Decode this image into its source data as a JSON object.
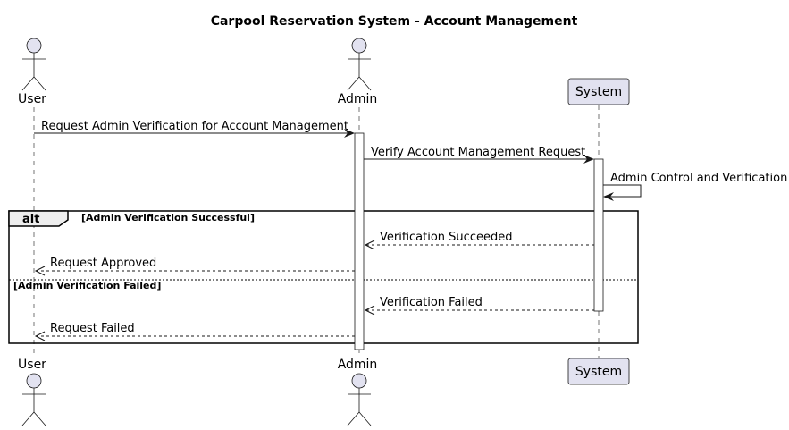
{
  "diagram": {
    "title": "Carpool Reservation System - Account Management",
    "participants": [
      {
        "id": "user",
        "label": "User",
        "kind": "actor"
      },
      {
        "id": "admin",
        "label": "Admin",
        "kind": "actor"
      },
      {
        "id": "system",
        "label": "System",
        "kind": "participant"
      }
    ],
    "messages": [
      {
        "id": "m1",
        "from": "user",
        "to": "admin",
        "label": "Request Admin Verification for Account Management",
        "style": "solid"
      },
      {
        "id": "m2",
        "from": "admin",
        "to": "system",
        "label": "Verify Account Management Request",
        "style": "solid"
      },
      {
        "id": "m3",
        "from": "system",
        "to": "system",
        "label": "Admin Control and Verification",
        "style": "solid"
      },
      {
        "id": "m4",
        "from": "system",
        "to": "admin",
        "label": "Verification Succeeded",
        "style": "dashed"
      },
      {
        "id": "m5",
        "from": "admin",
        "to": "user",
        "label": "Request Approved",
        "style": "dashed"
      },
      {
        "id": "m6",
        "from": "system",
        "to": "admin",
        "label": "Verification Failed",
        "style": "dashed"
      },
      {
        "id": "m7",
        "from": "admin",
        "to": "user",
        "label": "Request Failed",
        "style": "dashed"
      }
    ],
    "alt": {
      "keyword": "alt",
      "branches": [
        {
          "guard": "[Admin Verification Successful]"
        },
        {
          "guard": "[Admin Verification Failed]"
        }
      ]
    }
  }
}
